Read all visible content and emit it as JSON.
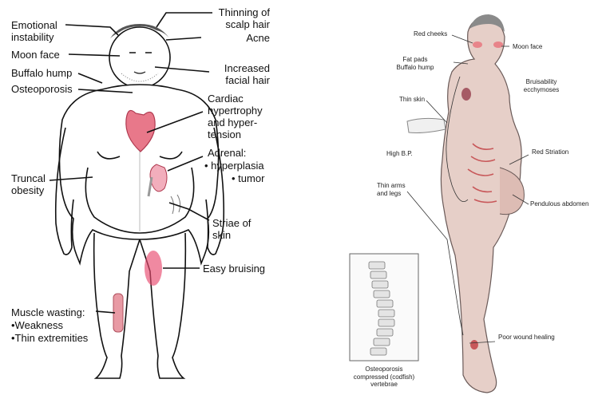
{
  "left_labels": {
    "emotional": "Emotional\ninstability",
    "moon_face": "Moon face",
    "buffalo_hump": "Buffalo hump",
    "osteoporosis": "Osteoporosis",
    "truncal_obesity": "Truncal\nobesity",
    "muscle_wasting": "Muscle wasting:",
    "weakness": "•Weakness",
    "thin_extremities": "•Thin extremities",
    "thinning_hair": "Thinning of\nscalp hair",
    "acne": "Acne",
    "facial_hair": "Increased\nfacial hair",
    "cardiac": "Cardiac\nhypertrophy\nand hyper-\ntension",
    "adrenal": "Adrenal:",
    "hyperplasia": "• hyperplasia",
    "tumor": "• tumor",
    "striae": "Striae of\nskin",
    "easy_bruising": "Easy bruising"
  },
  "right_labels": {
    "red_cheeks": "Red cheeks",
    "moon_face": "Moon face",
    "fat_pads": "Fat pads\nBuffalo hump",
    "bruisability": "Bruisability\necchymoses",
    "thin_skin": "Thin skin",
    "high_bp": "High B.P.",
    "red_striation": "Red Striation",
    "thin_arms": "Thin arms\nand legs",
    "pendulous": "Pendulous abdomen",
    "poor_wound": "Poor wound healing",
    "osteoporosis_caption": "Osteoporosis\ncompressed (codfish)\nvertebrae"
  },
  "colors": {
    "heart": "#e8788a",
    "bruise": "#e84a6e",
    "muscle": "#e89aa4",
    "skin": "#e6cfc8",
    "striae": "#c8585a"
  }
}
